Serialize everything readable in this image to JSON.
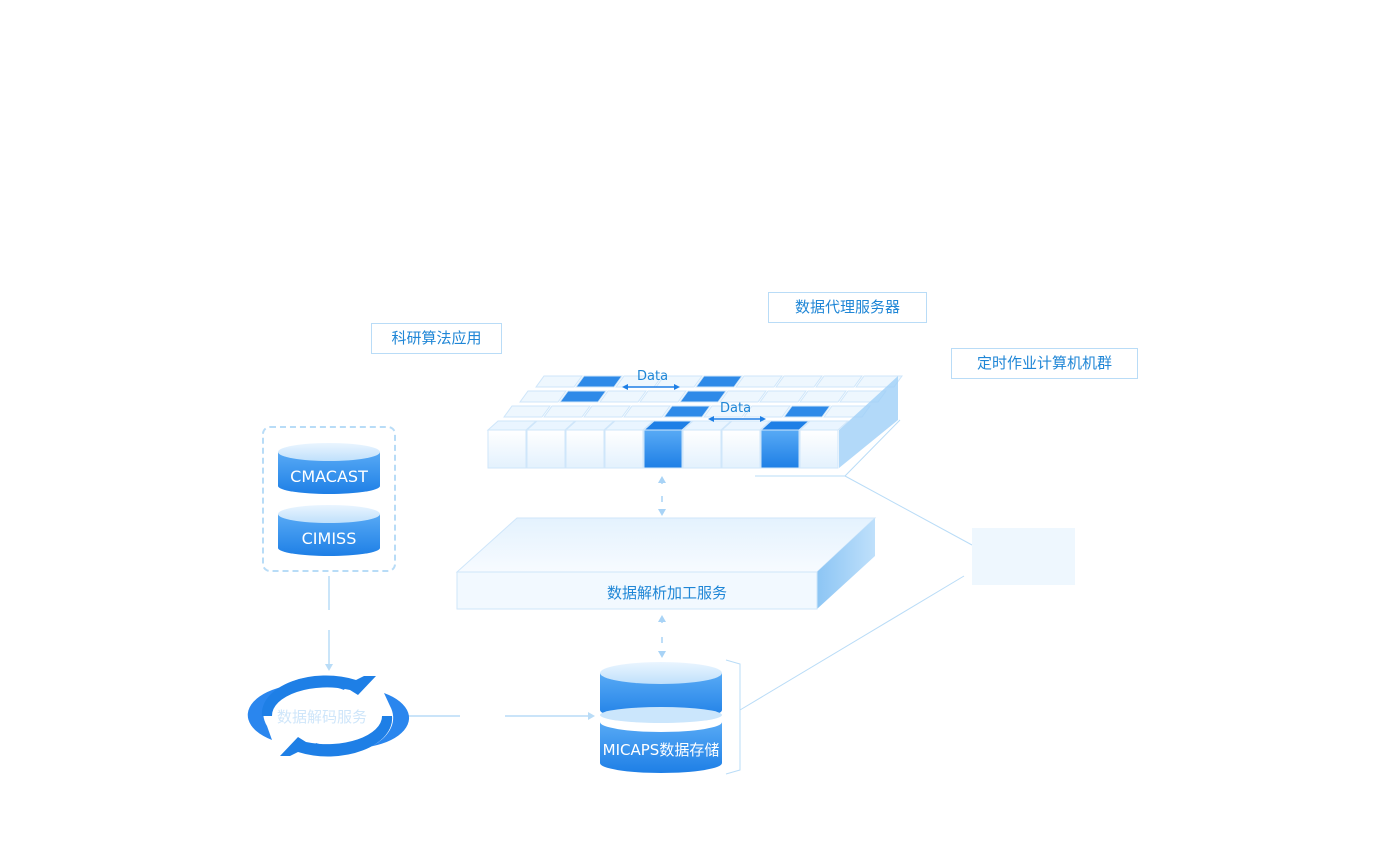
{
  "labels": {
    "research_app": "科研算法应用",
    "data_proxy": "数据代理服务器",
    "timed_cluster": "定时作业计算机机群",
    "parse_service": "数据解析加工服务",
    "decode_service": "数据解码服务",
    "micaps_storage": "MICAPS数据存储",
    "data_tag_1": "Data",
    "data_tag_2": "Data"
  },
  "sources": {
    "db1": "CMACAST",
    "db2": "CIMISS"
  },
  "colors": {
    "accent": "#1f86d6",
    "light": "#b9dcf7",
    "cube_face": "#eef7fe",
    "cube_dark": "#2e8ae8"
  }
}
